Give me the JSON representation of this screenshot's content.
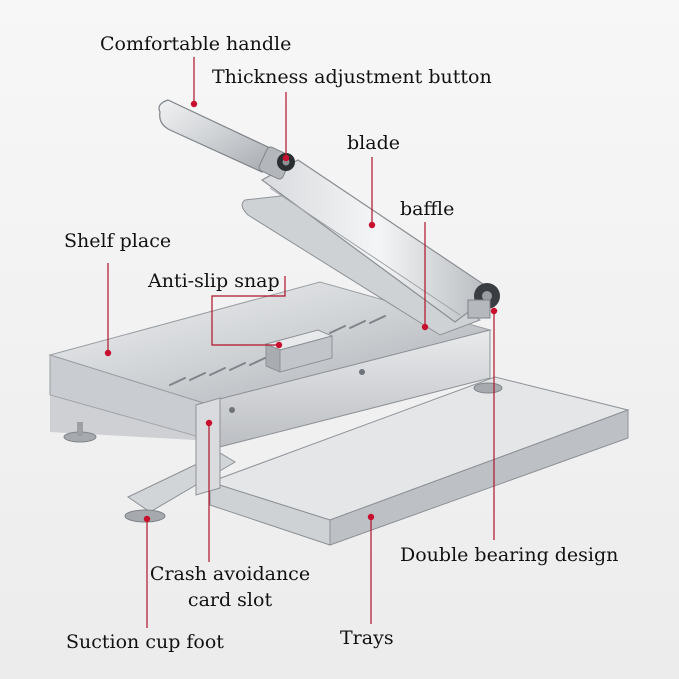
{
  "callouts": {
    "comfortable_handle": "Comfortable handle",
    "thickness_button": "Thickness adjustment button",
    "blade": "blade",
    "baffle": "baffle",
    "shelf_place": "Shelf place",
    "anti_slip_snap": "Anti-slip snap",
    "double_bearing": "Double bearing design",
    "crash_slot_line1": "Crash avoidance",
    "crash_slot_line2": "card slot",
    "suction_foot": "Suction cup foot",
    "trays": "Trays"
  },
  "colors": {
    "leader_line": "#b0122a",
    "dot": "#c8102e",
    "steel_light": "#e2e4e6",
    "steel_mid": "#c3c6ca",
    "steel_dark": "#8e9297",
    "label_text": "#111111"
  }
}
